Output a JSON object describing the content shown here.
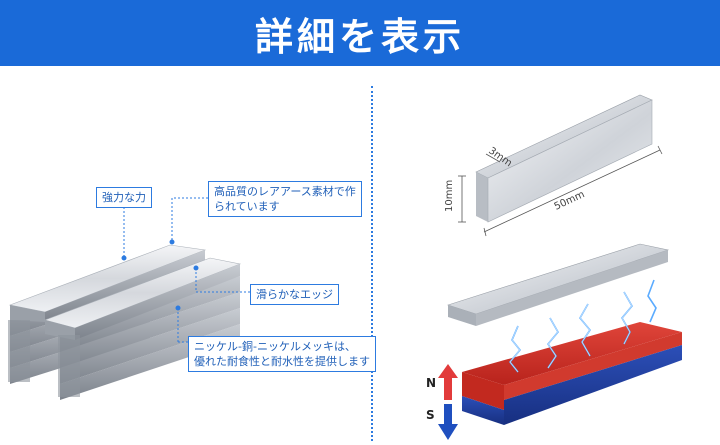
{
  "banner": {
    "title": "詳細を表示"
  },
  "callouts": {
    "strong_force": "強力な力",
    "material": {
      "line1": "高品質のレアアース素材で作",
      "line2": "られています"
    },
    "smooth_edge": "滑らかなエッジ",
    "plating": {
      "line1": "ニッケル-銅-ニッケルメッキは、",
      "line2": "優れた耐食性と耐水性を提供します"
    }
  },
  "dimensions": {
    "thickness": "3mm",
    "width": "10mm",
    "length": "50mm"
  },
  "poles": {
    "north": "N",
    "south": "S"
  },
  "colors": {
    "banner": "#1a6ad8",
    "callout": "#2d7be0",
    "north": "#e23b3b",
    "south": "#1f4fbf"
  }
}
